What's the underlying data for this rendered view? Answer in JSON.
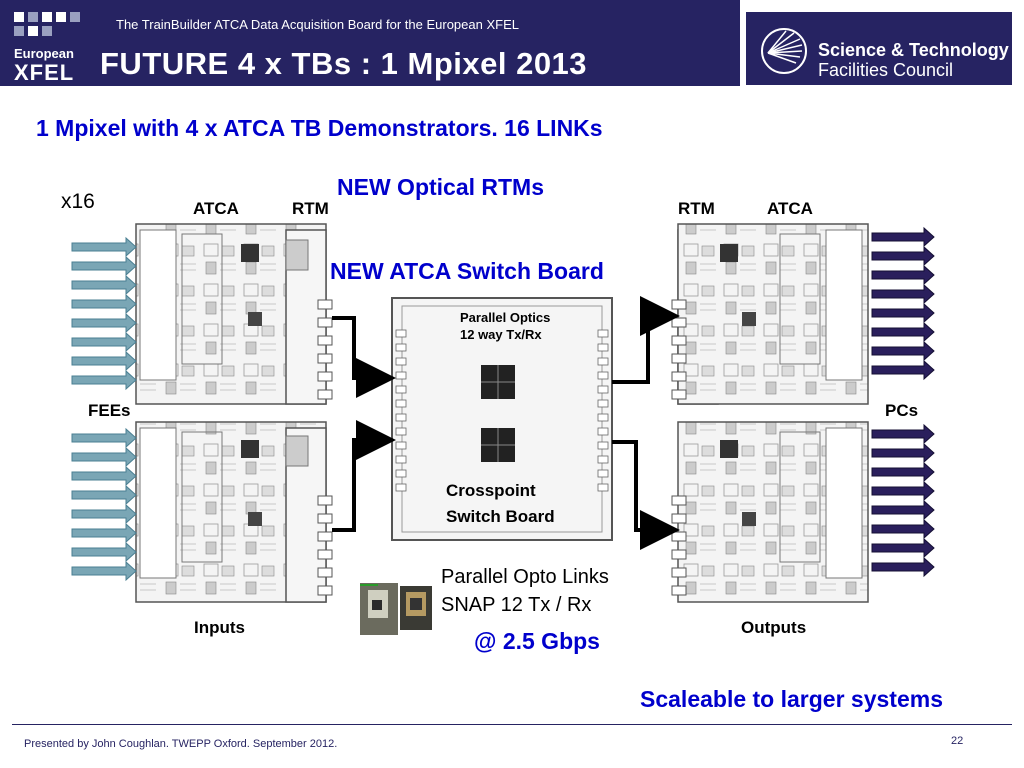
{
  "header": {
    "subtitle": "The TrainBuilder ATCA Data Acquisition Board for the European XFEL",
    "title": "FUTURE  4 x TBs : 1 Mpixel 2013"
  },
  "logo_xfel": {
    "line1": "European",
    "line2": "XFEL"
  },
  "logo_stfc": {
    "line1": "Science & Technology",
    "line2": "Facilities Council"
  },
  "headline": "1 Mpixel with 4 x ATCA TB Demonstrators.   16 LINKs",
  "callouts": {
    "new_rtms": "NEW Optical RTMs",
    "new_switch": "NEW ATCA Switch Board",
    "x16": "x16",
    "snap_line1": "Parallel Opto Links",
    "snap_line2": "SNAP 12 Tx / Rx",
    "speed": "@ 2.5 Gbps",
    "scaleable": "Scaleable to larger systems"
  },
  "diagram": {
    "left_atca": "ATCA",
    "left_rtm": "RTM",
    "right_rtm": "RTM",
    "right_atca": "ATCA",
    "fees": "FEEs",
    "pcs": "PCs",
    "inputs": "Inputs",
    "outputs": "Outputs",
    "switch_top1": "Parallel Optics",
    "switch_top2": "12 way Tx/Rx",
    "switch_bottom1": "Crosspoint",
    "switch_bottom2": "Switch Board"
  },
  "colors": {
    "header_navy": "#262362",
    "accent_blue": "#0000cc",
    "input_arrow": "#7aa6b5",
    "output_arrow": "#2a1f5c"
  },
  "footer": {
    "presenter": "Presented by John Coughlan. TWEPP Oxford. September  2012.",
    "page": "22"
  }
}
